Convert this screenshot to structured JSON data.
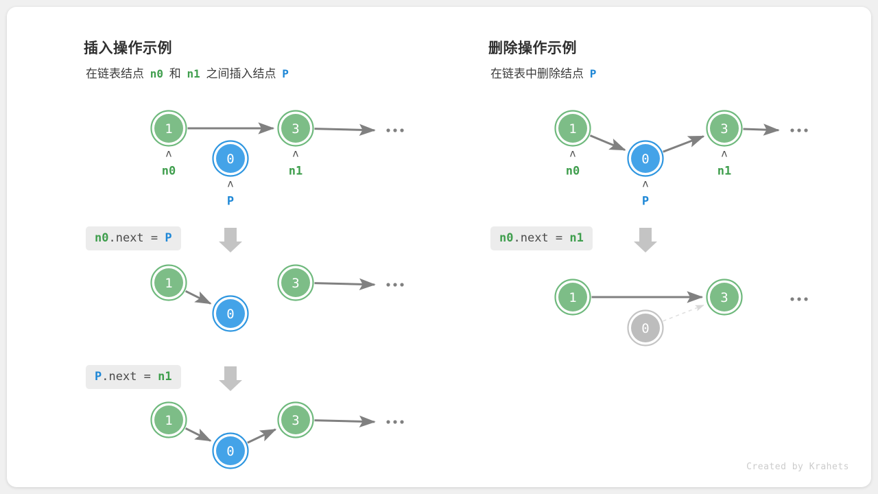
{
  "colors": {
    "page_bg": "#f0f0f0",
    "card_bg": "#ffffff",
    "green_fill": "#7dbd87",
    "green_ring": "#6fb97d",
    "blue_fill": "#44a3e8",
    "blue_ring": "#2e96e0",
    "gray_fill": "#bdbdbd",
    "gray_ring": "#c4c4c4",
    "arrow": "#808080",
    "dashed": "#e0e0e0",
    "step_arrow": "#c4c4c4",
    "label_green": "#3f9e4d",
    "label_blue": "#1e87d6",
    "chip_bg": "#ececec"
  },
  "left_panel": {
    "title": "插入操作示例",
    "subtitle": {
      "part1": "在链表结点",
      "tok1": "n0",
      "part2": "和",
      "tok2": "n1",
      "part3": "之间插入结点",
      "tok3": "P"
    },
    "steps": [
      {
        "code": {
          "target": "n0",
          "middle": ".next = ",
          "value": "P"
        },
        "target_color": "green",
        "value_color": "blue"
      },
      {
        "code": {
          "target": "P",
          "middle": ".next = ",
          "value": "n1"
        },
        "target_color": "blue",
        "value_color": "green"
      }
    ],
    "rows": [
      {
        "nodes": [
          {
            "value": "1",
            "kind": "green",
            "label": "n0",
            "label_color": "green"
          },
          {
            "value": "0",
            "kind": "blue",
            "label": "P",
            "label_color": "blue"
          },
          {
            "value": "3",
            "kind": "green",
            "label": "n1",
            "label_color": "green"
          }
        ],
        "ellipsis": true
      },
      {
        "nodes": [
          {
            "value": "1",
            "kind": "green"
          },
          {
            "value": "0",
            "kind": "blue"
          },
          {
            "value": "3",
            "kind": "green"
          }
        ],
        "ellipsis": true
      },
      {
        "nodes": [
          {
            "value": "1",
            "kind": "green"
          },
          {
            "value": "0",
            "kind": "blue"
          },
          {
            "value": "3",
            "kind": "green"
          }
        ],
        "ellipsis": true
      }
    ]
  },
  "right_panel": {
    "title": "删除操作示例",
    "subtitle": {
      "part1": "在链表中删除结点",
      "tok1": "P"
    },
    "steps": [
      {
        "code": {
          "target": "n0",
          "middle": ".next = ",
          "value": "n1"
        },
        "target_color": "green",
        "value_color": "green"
      }
    ],
    "rows": [
      {
        "nodes": [
          {
            "value": "1",
            "kind": "green",
            "label": "n0",
            "label_color": "green"
          },
          {
            "value": "0",
            "kind": "blue",
            "label": "P",
            "label_color": "blue"
          },
          {
            "value": "3",
            "kind": "green",
            "label": "n1",
            "label_color": "green"
          }
        ],
        "ellipsis": true
      },
      {
        "nodes": [
          {
            "value": "1",
            "kind": "green"
          },
          {
            "value": "0",
            "kind": "gray"
          },
          {
            "value": "3",
            "kind": "green"
          }
        ],
        "ellipsis": true
      }
    ]
  },
  "credit": "Created by Krahets"
}
